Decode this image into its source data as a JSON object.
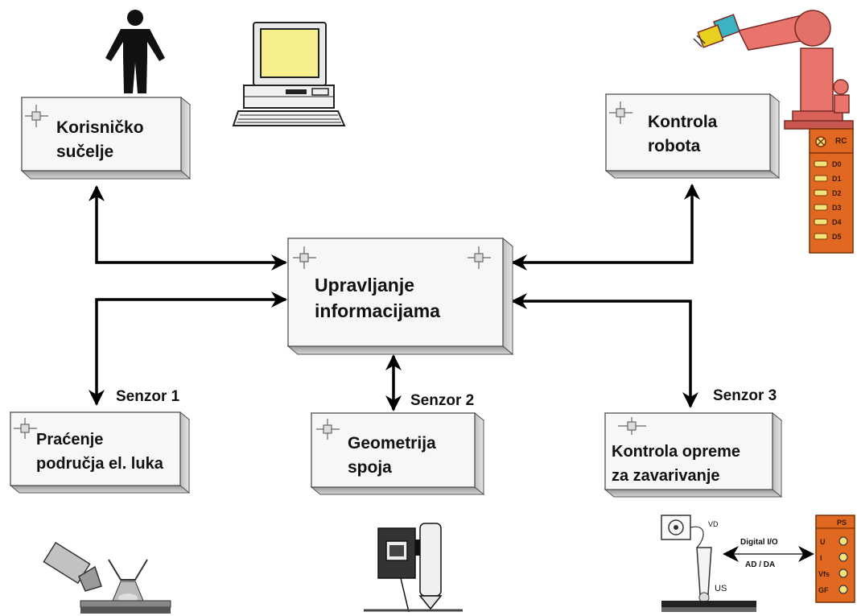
{
  "boxes": {
    "user": {
      "line1": "Korisničko",
      "line2": "sučelje"
    },
    "robot": {
      "line1": "Kontrola",
      "line2": "robota"
    },
    "info": {
      "line1": "Upravljanje",
      "line2": "informacijama"
    },
    "arc": {
      "line1": "Praćenje",
      "line2": "područja el. luka"
    },
    "joint": {
      "line1": "Geometrija",
      "line2": "spoja"
    },
    "weld": {
      "line1": "Kontrola opreme",
      "line2": "za zavarivanje"
    }
  },
  "sensors": {
    "s1": "Senzor 1",
    "s2": "Senzor 2",
    "s3": "Senzor 3"
  },
  "controller": {
    "title": "RC",
    "channels": [
      "D0",
      "D1",
      "D2",
      "D3",
      "D4",
      "D5"
    ]
  },
  "welding_panel": {
    "io_label": "Digital I/O",
    "conv_label": "AD / DA",
    "vd_label": "VD",
    "us_label": "US",
    "module_title": "PS",
    "module_rows": [
      "U",
      "I",
      "Vfs",
      "GF"
    ]
  },
  "colors": {
    "box_face": "#f7f7f7",
    "box_side": "#c8c8c8",
    "box_bottom": "#a9a9a9",
    "arrow": "#000000",
    "monitor_screen": "#f6f08c",
    "robot": "#e8746c",
    "controller": "#e06820",
    "controller_led": "#f4e27a"
  }
}
